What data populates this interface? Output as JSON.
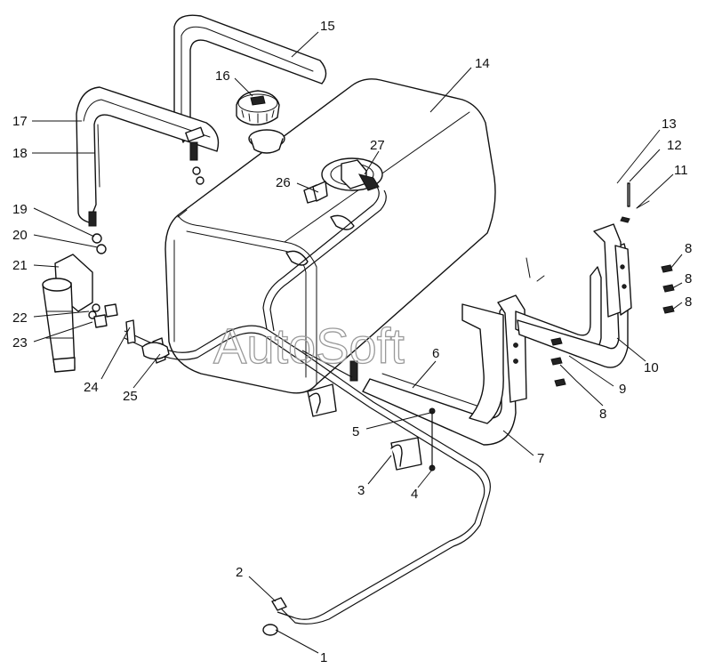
{
  "watermark": "AutoSoft",
  "callouts": [
    {
      "id": "c1",
      "text": "1"
    },
    {
      "id": "c2",
      "text": "2"
    },
    {
      "id": "c3",
      "text": "3"
    },
    {
      "id": "c4",
      "text": "4"
    },
    {
      "id": "c5",
      "text": "5"
    },
    {
      "id": "c6",
      "text": "6"
    },
    {
      "id": "c7",
      "text": "7"
    },
    {
      "id": "c8a",
      "text": "8"
    },
    {
      "id": "c8b",
      "text": "8"
    },
    {
      "id": "c8c",
      "text": "8"
    },
    {
      "id": "c8d",
      "text": "8"
    },
    {
      "id": "c9",
      "text": "9"
    },
    {
      "id": "c10",
      "text": "10"
    },
    {
      "id": "c11",
      "text": "11"
    },
    {
      "id": "c12",
      "text": "12"
    },
    {
      "id": "c13",
      "text": "13"
    },
    {
      "id": "c14",
      "text": "14"
    },
    {
      "id": "c15",
      "text": "15"
    },
    {
      "id": "c16",
      "text": "16"
    },
    {
      "id": "c17",
      "text": "17"
    },
    {
      "id": "c18",
      "text": "18"
    },
    {
      "id": "c19",
      "text": "19"
    },
    {
      "id": "c20",
      "text": "20"
    },
    {
      "id": "c21",
      "text": "21"
    },
    {
      "id": "c22",
      "text": "22"
    },
    {
      "id": "c23",
      "text": "23"
    },
    {
      "id": "c24",
      "text": "24"
    },
    {
      "id": "c25",
      "text": "25"
    },
    {
      "id": "c26",
      "text": "26"
    },
    {
      "id": "c27",
      "text": "27"
    }
  ]
}
